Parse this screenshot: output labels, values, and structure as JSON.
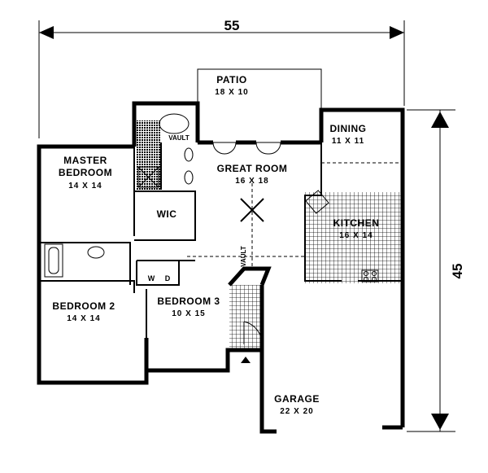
{
  "title": "Floor Plan",
  "dimensions": {
    "width": "55",
    "depth": "45"
  },
  "rooms": {
    "patio": {
      "name": "PATIO",
      "size": "18 X 10"
    },
    "dining": {
      "name": "DINING",
      "size": "11 X 11"
    },
    "master": {
      "name1": "MASTER",
      "name2": "BEDROOM",
      "size": "14 X 14"
    },
    "great": {
      "name": "GREAT ROOM",
      "size": "16 X 18"
    },
    "kitchen": {
      "name": "KITCHEN",
      "size": "16 X 14"
    },
    "wic": {
      "name": "WIC"
    },
    "bed2": {
      "name": "BEDROOM 2",
      "size": "14 X 14"
    },
    "bed3": {
      "name": "BEDROOM 3",
      "size": "10 X 15"
    },
    "garage": {
      "name": "GARAGE",
      "size": "22 X 20"
    }
  },
  "annotations": {
    "vault1": "VAULT",
    "vault2": "VAULT",
    "washer": "W",
    "dryer": "D"
  }
}
